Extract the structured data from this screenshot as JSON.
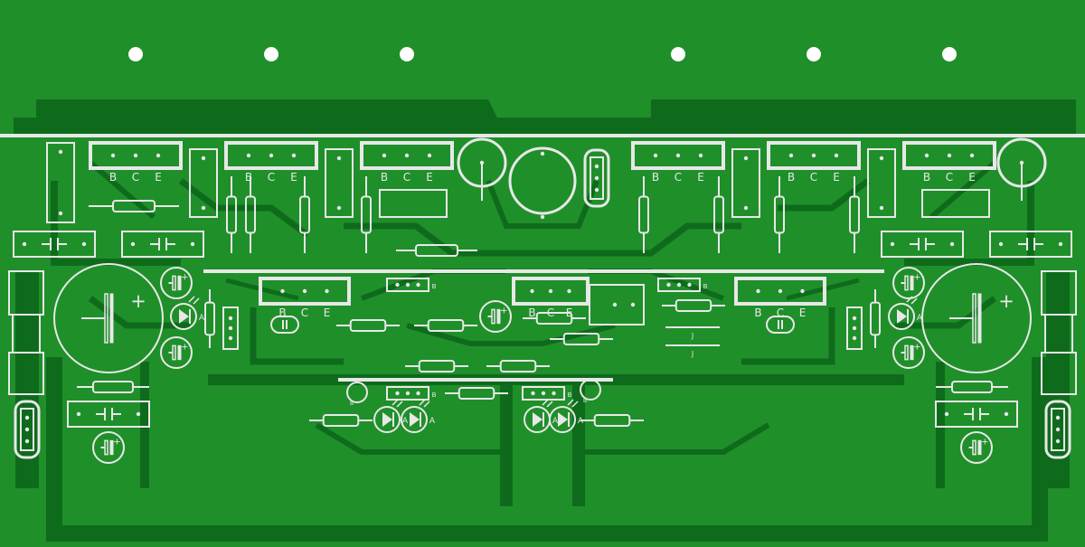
{
  "board": {
    "colors": {
      "substrate": "#1f8f2a",
      "trace": "#0f6b1c",
      "silkscreen": "#e8e8e8",
      "hole": "#ffffff"
    }
  },
  "labels": {
    "base": "B",
    "collector": "C",
    "emitter": "E",
    "plus": "+",
    "anode": "A",
    "jumper": "J"
  }
}
